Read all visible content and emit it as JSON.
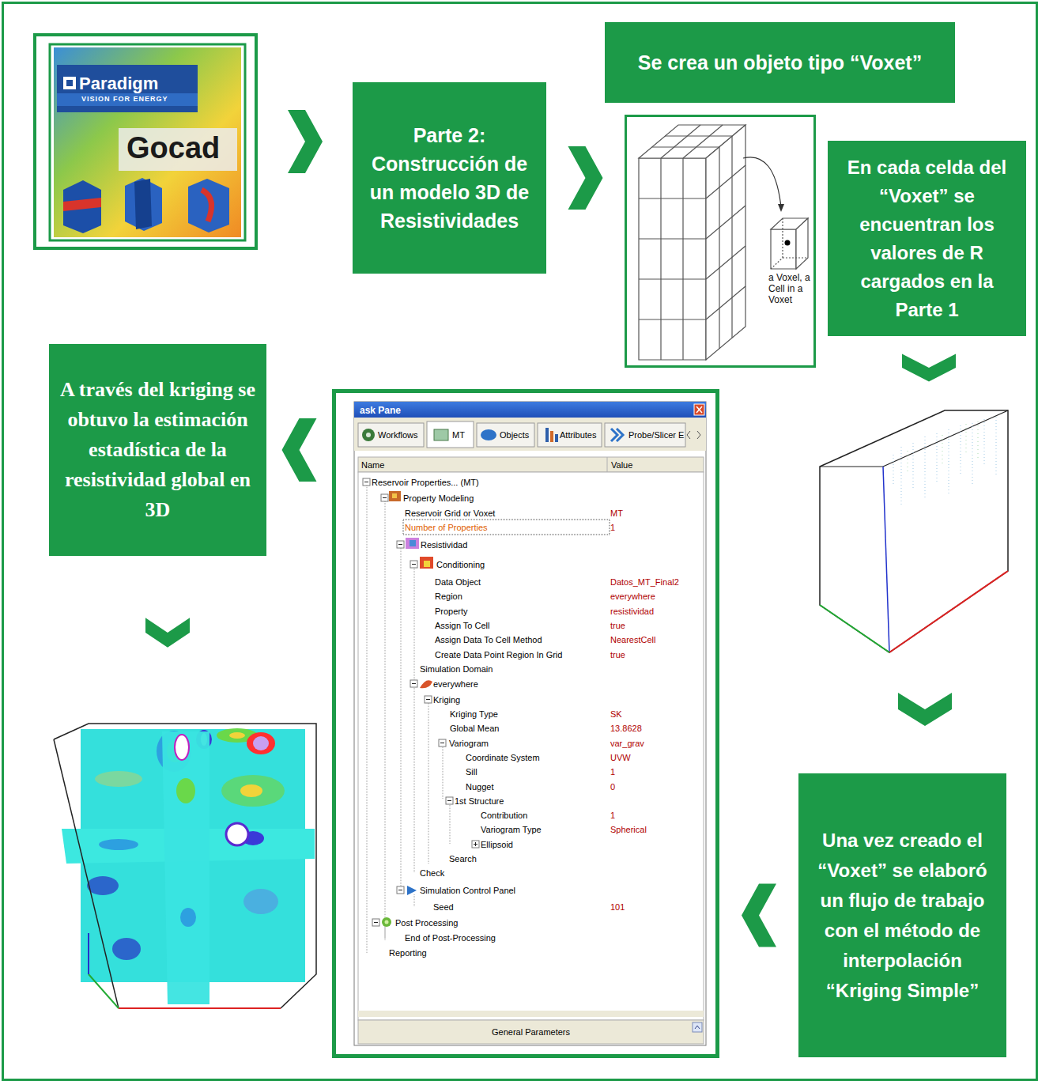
{
  "diagram": {
    "nodes": [
      {
        "text": [
          "Paradigm",
          "VISION FOR ENERGY",
          "Gocad"
        ]
      },
      {
        "text": [
          "Parte 2: Construcción de un modelo 3D de Resistividades"
        ]
      },
      {
        "text": [
          "Se crea un objeto tipo “Voxet”"
        ]
      },
      {
        "text": [
          "a Voxel, a Cell in a Voxet"
        ]
      },
      {
        "text": [
          "En cada celda del “Voxet” se encuentran los valores de R cargados en la Parte 1"
        ]
      },
      {
        "text": [
          "Una vez creado el “Voxet” se elaboró un flujo de trabajo con el método de interpolación “Kriging Simple”"
        ]
      },
      {
        "text": [
          "ask Pane",
          "Workflows",
          "MT",
          "Objects",
          "Attributes",
          "Probe/Slicer E",
          "Name",
          "Value",
          "Reservoir Properties... (MT)",
          "Property Modeling",
          "Reservoir Grid or Voxet",
          "MT",
          "Number of Properties",
          "1",
          "Resistividad",
          "Conditioning",
          "Data Object",
          "Datos_MT_Final2",
          "Region",
          "everywhere",
          "Property",
          "resistividad",
          "Assign To Cell",
          "true",
          "Assign Data To Cell Method",
          "NearestCell",
          "Create Data Point Region In Grid",
          "true",
          "Simulation Domain",
          "everywhere",
          "Kriging",
          "Kriging Type",
          "SK",
          "Global Mean",
          "13.8628",
          "Variogram",
          "var_grav",
          "Coordinate System",
          "UVW",
          "Sill",
          "1",
          "Nugget",
          "0",
          "1st Structure",
          "Contribution",
          "1",
          "Variogram Type",
          "Spherical",
          "Ellipsoid",
          "Search",
          "Check",
          "Simulation Control Panel",
          "Seed",
          "101",
          "Post Processing",
          "End of Post-Processing",
          "Reporting",
          "General Parameters"
        ]
      },
      {
        "text": [
          "A través del kriging se obtuvo la estimación estadística de la resistividad global en 3D"
        ]
      }
    ],
    "edges": [
      {
        "from": 0,
        "to": 1,
        "arrow": "to"
      },
      {
        "from": 1,
        "to": 3,
        "arrow": "to"
      },
      {
        "from": 5,
        "to": 6,
        "arrow": "to"
      },
      {
        "from": 6,
        "to": 7,
        "arrow": "to"
      }
    ]
  }
}
